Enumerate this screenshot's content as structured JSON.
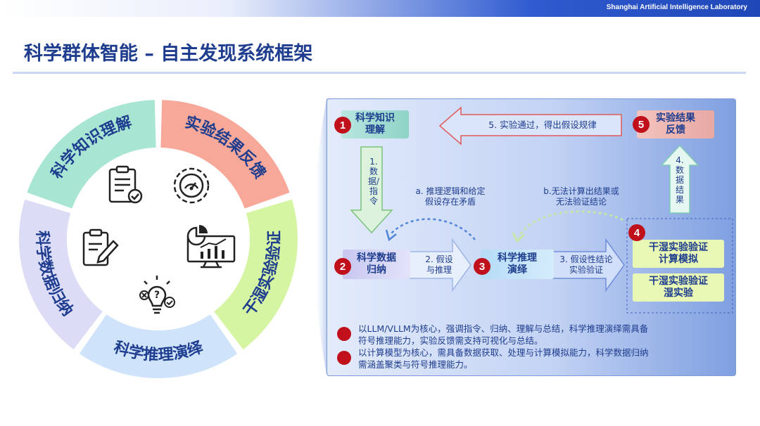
{
  "header": {
    "org": "Shanghai Artificial Intelligence Laboratory"
  },
  "title": "科学群体智能 – 自主发现系统框架",
  "wheel": {
    "segments": [
      {
        "label": "科学知识理解",
        "color": "#a8e6d3"
      },
      {
        "label": "实验结果反馈",
        "color": "#f7a898"
      },
      {
        "label": "干湿实验验证",
        "color": "#d6f5a3"
      },
      {
        "label": "科学推理演绎",
        "color": "#cfe4fb"
      },
      {
        "label": "科学数据归纳",
        "color": "#dcdcf7"
      }
    ],
    "icons": [
      "clipboard-check-icon",
      "gear-speed-icon",
      "edit-document-icon",
      "dashboard-monitor-icon",
      "lightbulb-question-icon"
    ]
  },
  "panel": {
    "steps": {
      "s1": {
        "num": "1",
        "label": "科学知识\n理解"
      },
      "s2": {
        "num": "2",
        "label": "科学数据\n归纳"
      },
      "s3": {
        "num": "3",
        "label": "科学推理\n演绎"
      },
      "s4": {
        "num": "4",
        "a": "干湿实验验证\n计算模拟",
        "b": "干湿实验验证\n湿实验"
      },
      "s5": {
        "num": "5",
        "label": "实验结果\n反馈"
      }
    },
    "arrows": {
      "a1": "1.\n数\n据/\n指\n令",
      "a2": "2. 假设\n与推理",
      "a3": "3. 假设性结论\n实验验证",
      "a4": "4.\n数\n据\n结\n果",
      "a5": "5. 实验通过，得出假设规律"
    },
    "feedback": {
      "a": "a. 推理逻辑和给定\n假设存在矛盾",
      "b": "b.无法计算出结果或\n无法验证结论"
    },
    "notes": [
      "以LLM/VLLM为核心，强调指令、归纳、理解与总结，科学推理演绎需具备\n符号推理能力，实验反馈需支持可视化与总结。",
      "以计算模型为核心，需具备数据获取、处理与计算模拟能力，科学数据归纳\n需涵盖聚类与符号推理能力。"
    ]
  }
}
